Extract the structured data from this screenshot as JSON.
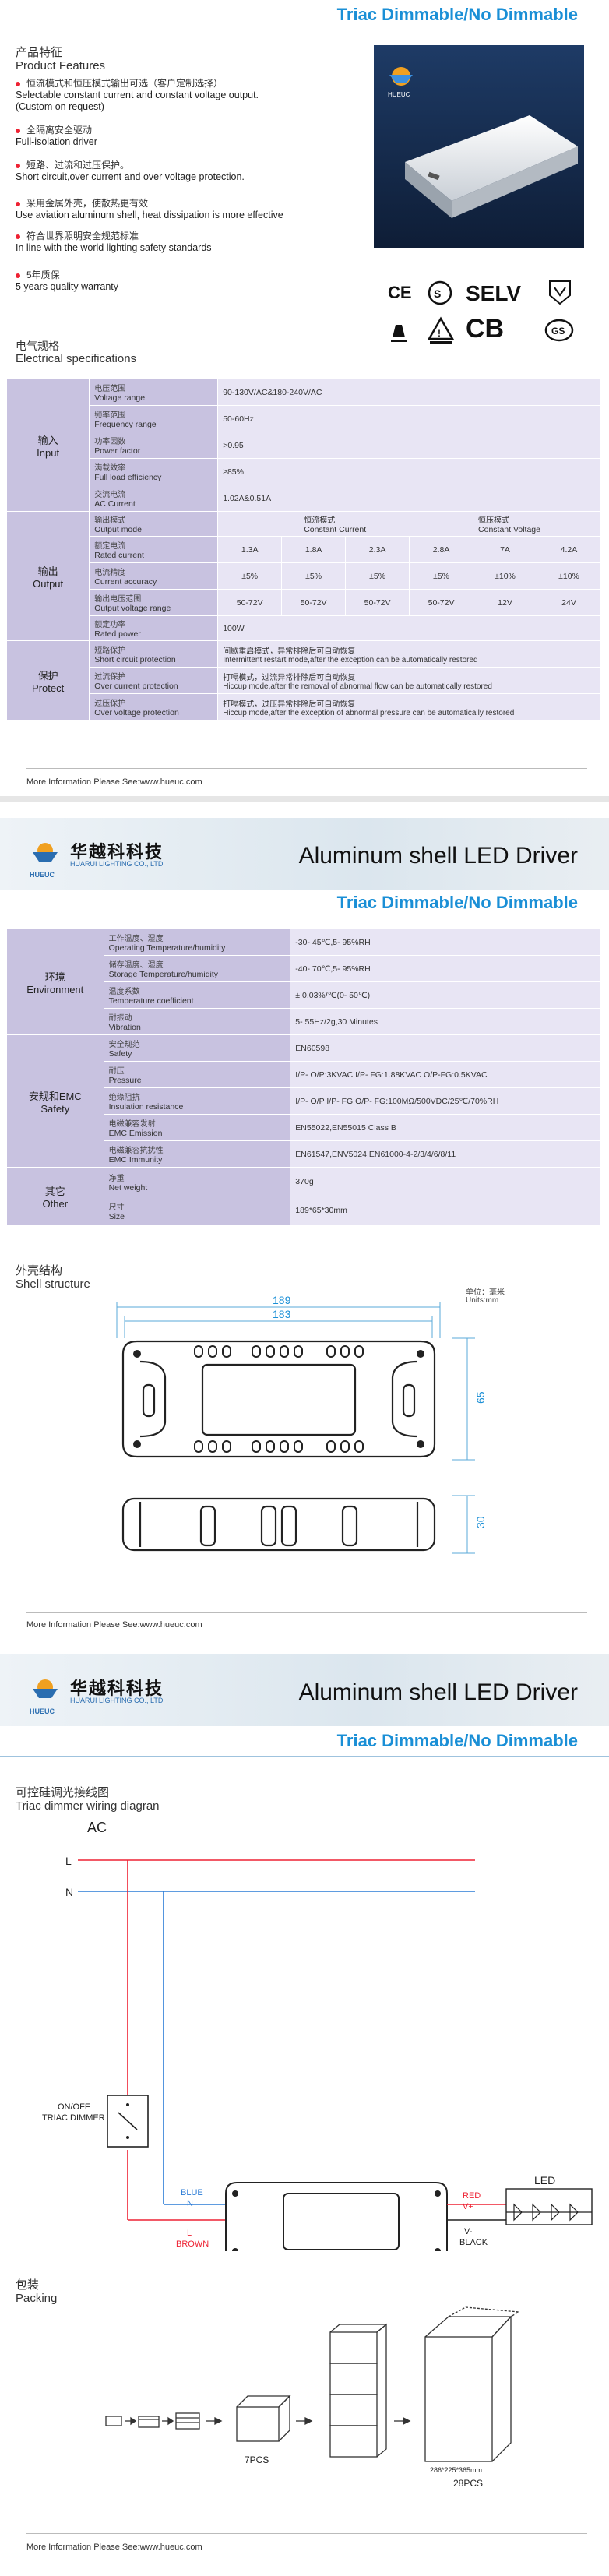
{
  "header": {
    "dimmable_title": "Triac Dimmable/No Dimmable",
    "brand_cn": "华越科科技",
    "brand_en": "HUARUI LIGHTING CO., LTD",
    "brand_sub": "HUEUC",
    "doc_title": "Aluminum shell LED Driver"
  },
  "features": {
    "title_cn": "产品特征",
    "title_en": "Product Features",
    "items": [
      {
        "cn": "恒流模式和恒压模式输出可选（客户定制选择）",
        "en": "Selectable constant current and constant voltage output.(Custom on request)"
      },
      {
        "cn": "全隔离安全驱动",
        "en": "Full-isolation driver"
      },
      {
        "cn": "短路、过流和过压保护。",
        "en": "Short circuit,over current and over voltage protection."
      },
      {
        "cn": "采用金属外壳，使散热更有效",
        "en": "Use aviation aluminum shell, heat dissipation is more effective"
      },
      {
        "cn": "符合世界照明安全规范标准",
        "en": "In line with the world lighting safety standards"
      },
      {
        "cn": "5年质保",
        "en": "5 years quality warranty"
      }
    ]
  },
  "product_logo": "HUEUC",
  "certs": {
    "ce": "CE",
    "selv": "SELV",
    "cb": "CB"
  },
  "electrical": {
    "title_cn": "电气规格",
    "title_en": "Electrical specifications",
    "input_cn": "输入",
    "input_en": "Input",
    "output_cn": "输出",
    "output_en": "Output",
    "protect_cn": "保护",
    "protect_en": "Protect",
    "rows": {
      "voltage": {
        "cn": "电压范围",
        "en": "Voltage range",
        "value": "90-130V/AC&180-240V/AC"
      },
      "frequency": {
        "cn": "频率范围",
        "en": "Frequency range",
        "value": "50-60Hz"
      },
      "pf": {
        "cn": "功率因数",
        "en": "Power factor",
        "value": ">0.95"
      },
      "eff": {
        "cn": "满载效率",
        "en": "Full load efficiency",
        "value": "≥85%"
      },
      "current": {
        "cn": "交流电流",
        "en": "AC Current",
        "value": "1.02A&0.51A"
      },
      "mode": {
        "cn": "输出模式",
        "en": "Output mode",
        "cc_cn": "恒流模式",
        "cc_en": "Constant Current",
        "cv_cn": "恒压模式",
        "cv_en": "Constant Voltage"
      },
      "rated": {
        "cn": "额定电流",
        "en": "Rated current",
        "values": [
          "1.3A",
          "1.8A",
          "2.3A",
          "2.8A",
          "7A",
          "4.2A"
        ]
      },
      "accuracy": {
        "cn": "电流精度",
        "en": "Current accuracy",
        "values": [
          "±5%",
          "±5%",
          "±5%",
          "±5%",
          "±10%",
          "±10%"
        ]
      },
      "vrange": {
        "cn": "输出电压范围",
        "en": "Output voltage range",
        "values": [
          "50-72V",
          "50-72V",
          "50-72V",
          "50-72V",
          "12V",
          "24V"
        ]
      },
      "power": {
        "cn": "额定功率",
        "en": "Rated power",
        "value": "100W"
      },
      "short": {
        "cn": "短路保护",
        "en": "Short circuit protection",
        "value_cn": "间歇重启模式，异常排除后可自动恢复",
        "value_en": "Intermittent restart mode,after the exception can be automatically restored"
      },
      "overcurrent": {
        "cn": "过流保护",
        "en": "Over current protection",
        "value_cn": "打嗝模式，过流异常排除后可自动恢复",
        "value_en": "Hiccup mode,after the removal of abnormal flow can be automatically restored"
      },
      "overvoltage": {
        "cn": "过压保护",
        "en": "Over voltage protection",
        "value_cn": "打嗝模式，过压异常排除后可自动恢复",
        "value_en": "Hiccup mode,after the exception of abnormal pressure can be automatically restored"
      }
    }
  },
  "environment": {
    "env_cn": "环境",
    "env_en": "Environment",
    "emc_cn": "安规和EMC",
    "emc_en": "Safety",
    "other_cn": "其它",
    "other_en": "Other",
    "rows": {
      "optemp": {
        "cn": "工作温度、湿度",
        "en": "Operating Temperature/humidity",
        "value": "-30- 45℃,5- 95%RH"
      },
      "sttemp": {
        "cn": "储存温度、湿度",
        "en": "Storage Temperature/humidity",
        "value": "-40- 70℃,5- 95%RH"
      },
      "tempco": {
        "cn": "温度系数",
        "en": "Temperature coefficient",
        "value": "± 0.03%/℃(0- 50℃)"
      },
      "vib": {
        "cn": "耐振动",
        "en": "Vibration",
        "value": "5- 55Hz/2g,30 Minutes"
      },
      "safety": {
        "cn": "安全规范",
        "en": "Safety",
        "value": "EN60598"
      },
      "pressure": {
        "cn": "耐压",
        "en": "Pressure",
        "value": "I/P- O/P:3KVAC  I/P- FG:1.88KVAC  O/P-FG:0.5KVAC"
      },
      "insul": {
        "cn": "绝缘阻抗",
        "en": "Insulation resistance",
        "value": "I/P- O/P  I/P- FG  O/P- FG:100MΩ/500VDC/25℃/70%RH"
      },
      "emission": {
        "cn": "电磁兼容发射",
        "en": "EMC Emission",
        "value": "EN55022,EN55015 Class B"
      },
      "immunity": {
        "cn": "电磁兼容抗扰性",
        "en": "EMC Immunity",
        "value": "EN61547,ENV5024,EN61000-4-2/3/4/6/8/11"
      },
      "weight": {
        "cn": "净重",
        "en": "Net weight",
        "value": "370g"
      },
      "size": {
        "cn": "尺寸",
        "en": "Size",
        "value": "189*65*30mm"
      }
    }
  },
  "shell": {
    "title_cn": "外壳结构",
    "title_en": "Shell structure",
    "unit_cn": "单位：毫米",
    "unit_en": "Units:mm",
    "dim_overall": "189",
    "dim_inner": "183",
    "dim_height": "65",
    "dim_thick": "30"
  },
  "wiring": {
    "title_cn": "可控硅调光接线图",
    "title_en": "Triac dimmer wiring diagran",
    "ac": "AC",
    "l": "L",
    "n": "N",
    "dimmer1": "ON/OFF",
    "dimmer2": "TRIAC DIMMER",
    "blue": "BLUE",
    "blue_n": "N",
    "brown_l": "L",
    "brown": "BROWN",
    "red": "RED",
    "vplus": "V+",
    "vminus": "V-",
    "black": "BLACK",
    "led": "LED"
  },
  "packing": {
    "title_cn": "包装",
    "title_en": "Packing",
    "pcs7": "7PCS",
    "pcs28": "28PCS",
    "carton": "286*225*365mm"
  },
  "footer": "More Information Please See:www.hueuc.com",
  "colors": {
    "accent": "#1a8fd6",
    "table": "#d9d5ec",
    "table_dark": "#c8c2e0"
  }
}
